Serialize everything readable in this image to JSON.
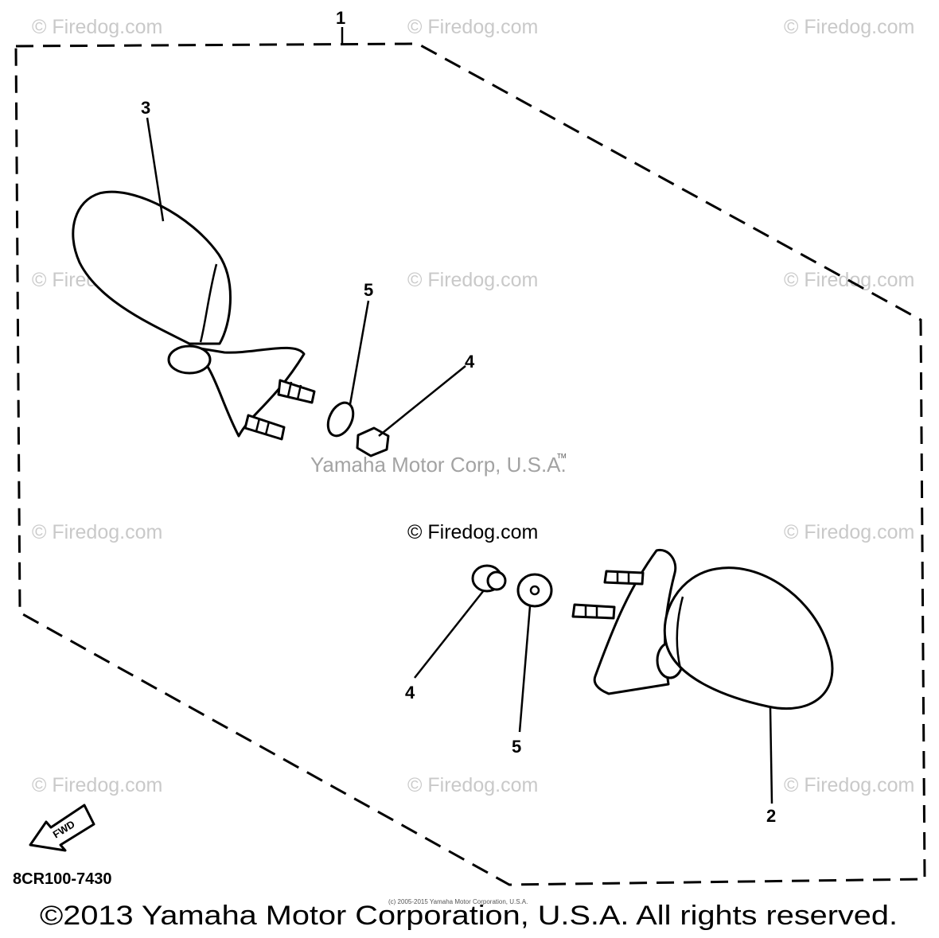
{
  "diagram": {
    "callouts": {
      "c1": "1",
      "c2": "2",
      "c3": "3",
      "c4a": "4",
      "c4b": "4",
      "c5a": "5",
      "c5b": "5"
    },
    "fwd_label": "FWD",
    "diagram_code": "8CR100-7430",
    "watermark": "© Firedog.com",
    "center_watermark": "Yamaha Motor Corp, U.S.A.",
    "center_watermark_tm": "TM",
    "tiny_copyright": "(c) 2005-2015 Yamaha Motor Corporation, U.S.A.",
    "copyright": "©2013 Yamaha Motor Corporation, U.S.A. All rights reserved."
  }
}
